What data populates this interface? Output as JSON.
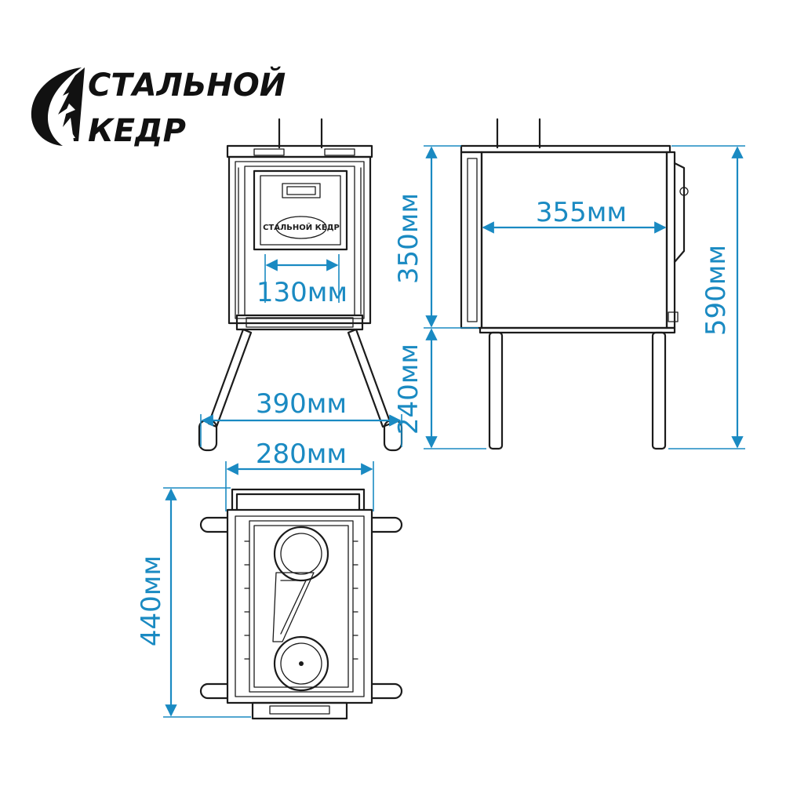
{
  "brand": {
    "line1": "СТАЛЬНОЙ",
    "line2": "КЕДР",
    "logo": "tree-in-flame-logo"
  },
  "front_view": {
    "door_plate": "СТАЛЬНОЙ КЕДР",
    "dim_door": "130мм",
    "dim_legs": "390мм"
  },
  "side_view": {
    "dim_depth": "355мм",
    "dim_body_height": "350мм",
    "dim_leg_height": "240мм",
    "dim_total_height": "590мм"
  },
  "top_view": {
    "dim_width": "280мм",
    "dim_length": "440мм"
  },
  "colors": {
    "dimension": "#1a8ac2",
    "outline": "#1b1b1b",
    "background": "#ffffff"
  }
}
